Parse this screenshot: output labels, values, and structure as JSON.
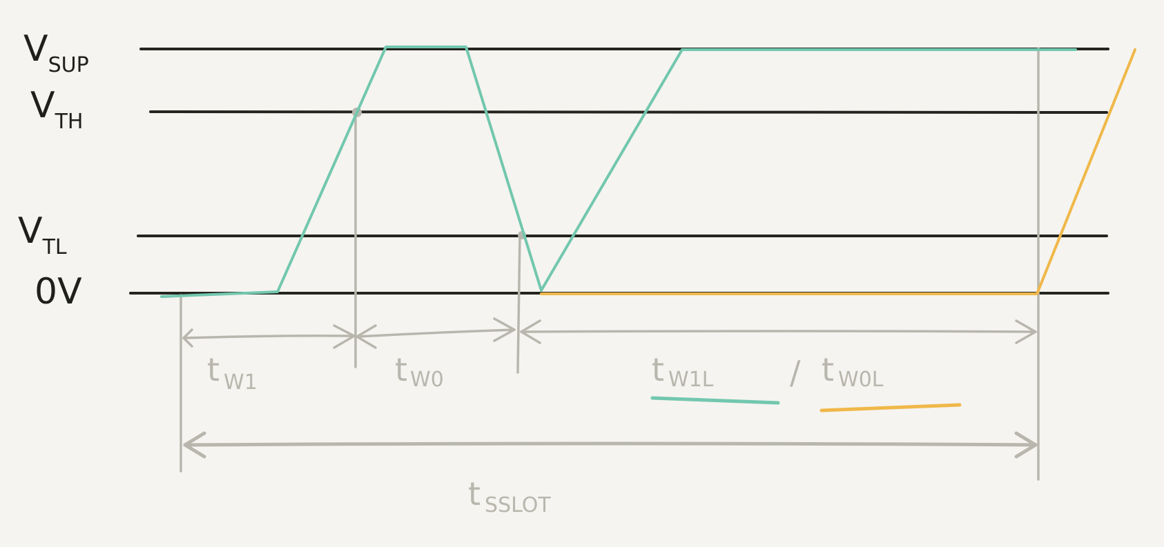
{
  "colors": {
    "background": "#f5f4f0",
    "reference_lines": "#25251f",
    "annotation": "#b8b6ad",
    "green_waveform": "#72c7ae",
    "orange_waveform": "#f0b84a"
  },
  "voltage_levels": [
    {
      "id": "vsup",
      "main": "V",
      "sub": "SUP"
    },
    {
      "id": "vth",
      "main": "V",
      "sub": "TH"
    },
    {
      "id": "vtl",
      "main": "V",
      "sub": "TL"
    },
    {
      "id": "zero",
      "main": "0V",
      "sub": ""
    }
  ],
  "intervals": {
    "tw1": {
      "main": "t",
      "sub": "W1"
    },
    "tw0": {
      "main": "t",
      "sub": "W0"
    },
    "tw1l": {
      "main": "t",
      "sub": "W1L"
    },
    "separator": "/",
    "tw0l": {
      "main": "t",
      "sub": "W0L"
    },
    "tsslot": {
      "main": "t",
      "sub": "SSLOT"
    }
  }
}
